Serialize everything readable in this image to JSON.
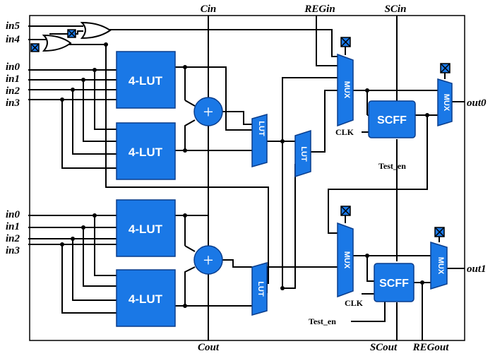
{
  "colors": {
    "block": "#1a78e6",
    "block_stroke": "#0a3d8c",
    "wire": "#000000",
    "config": "#1a78e6"
  },
  "labels": {
    "cin": "Cin",
    "cout": "Cout",
    "regin": "REGin",
    "regout": "REGout",
    "scin": "SCin",
    "scout": "SCout",
    "out0": "out0",
    "out1": "out1",
    "in5": "in5",
    "in4": "in4",
    "top_inputs": [
      "in0",
      "in1",
      "in2",
      "in3"
    ],
    "bottom_inputs": [
      "in0",
      "in1",
      "in2",
      "in3"
    ],
    "lut4": "4-LUT",
    "lut": "LUT",
    "mux": "MUX",
    "scff": "SCFF",
    "clk": "CLK",
    "test_en": "Test_en",
    "adder": "+"
  },
  "icons": {
    "config_bit": "config-bit-icon",
    "or_gate": "or-gate-icon",
    "adder": "adder-icon"
  }
}
